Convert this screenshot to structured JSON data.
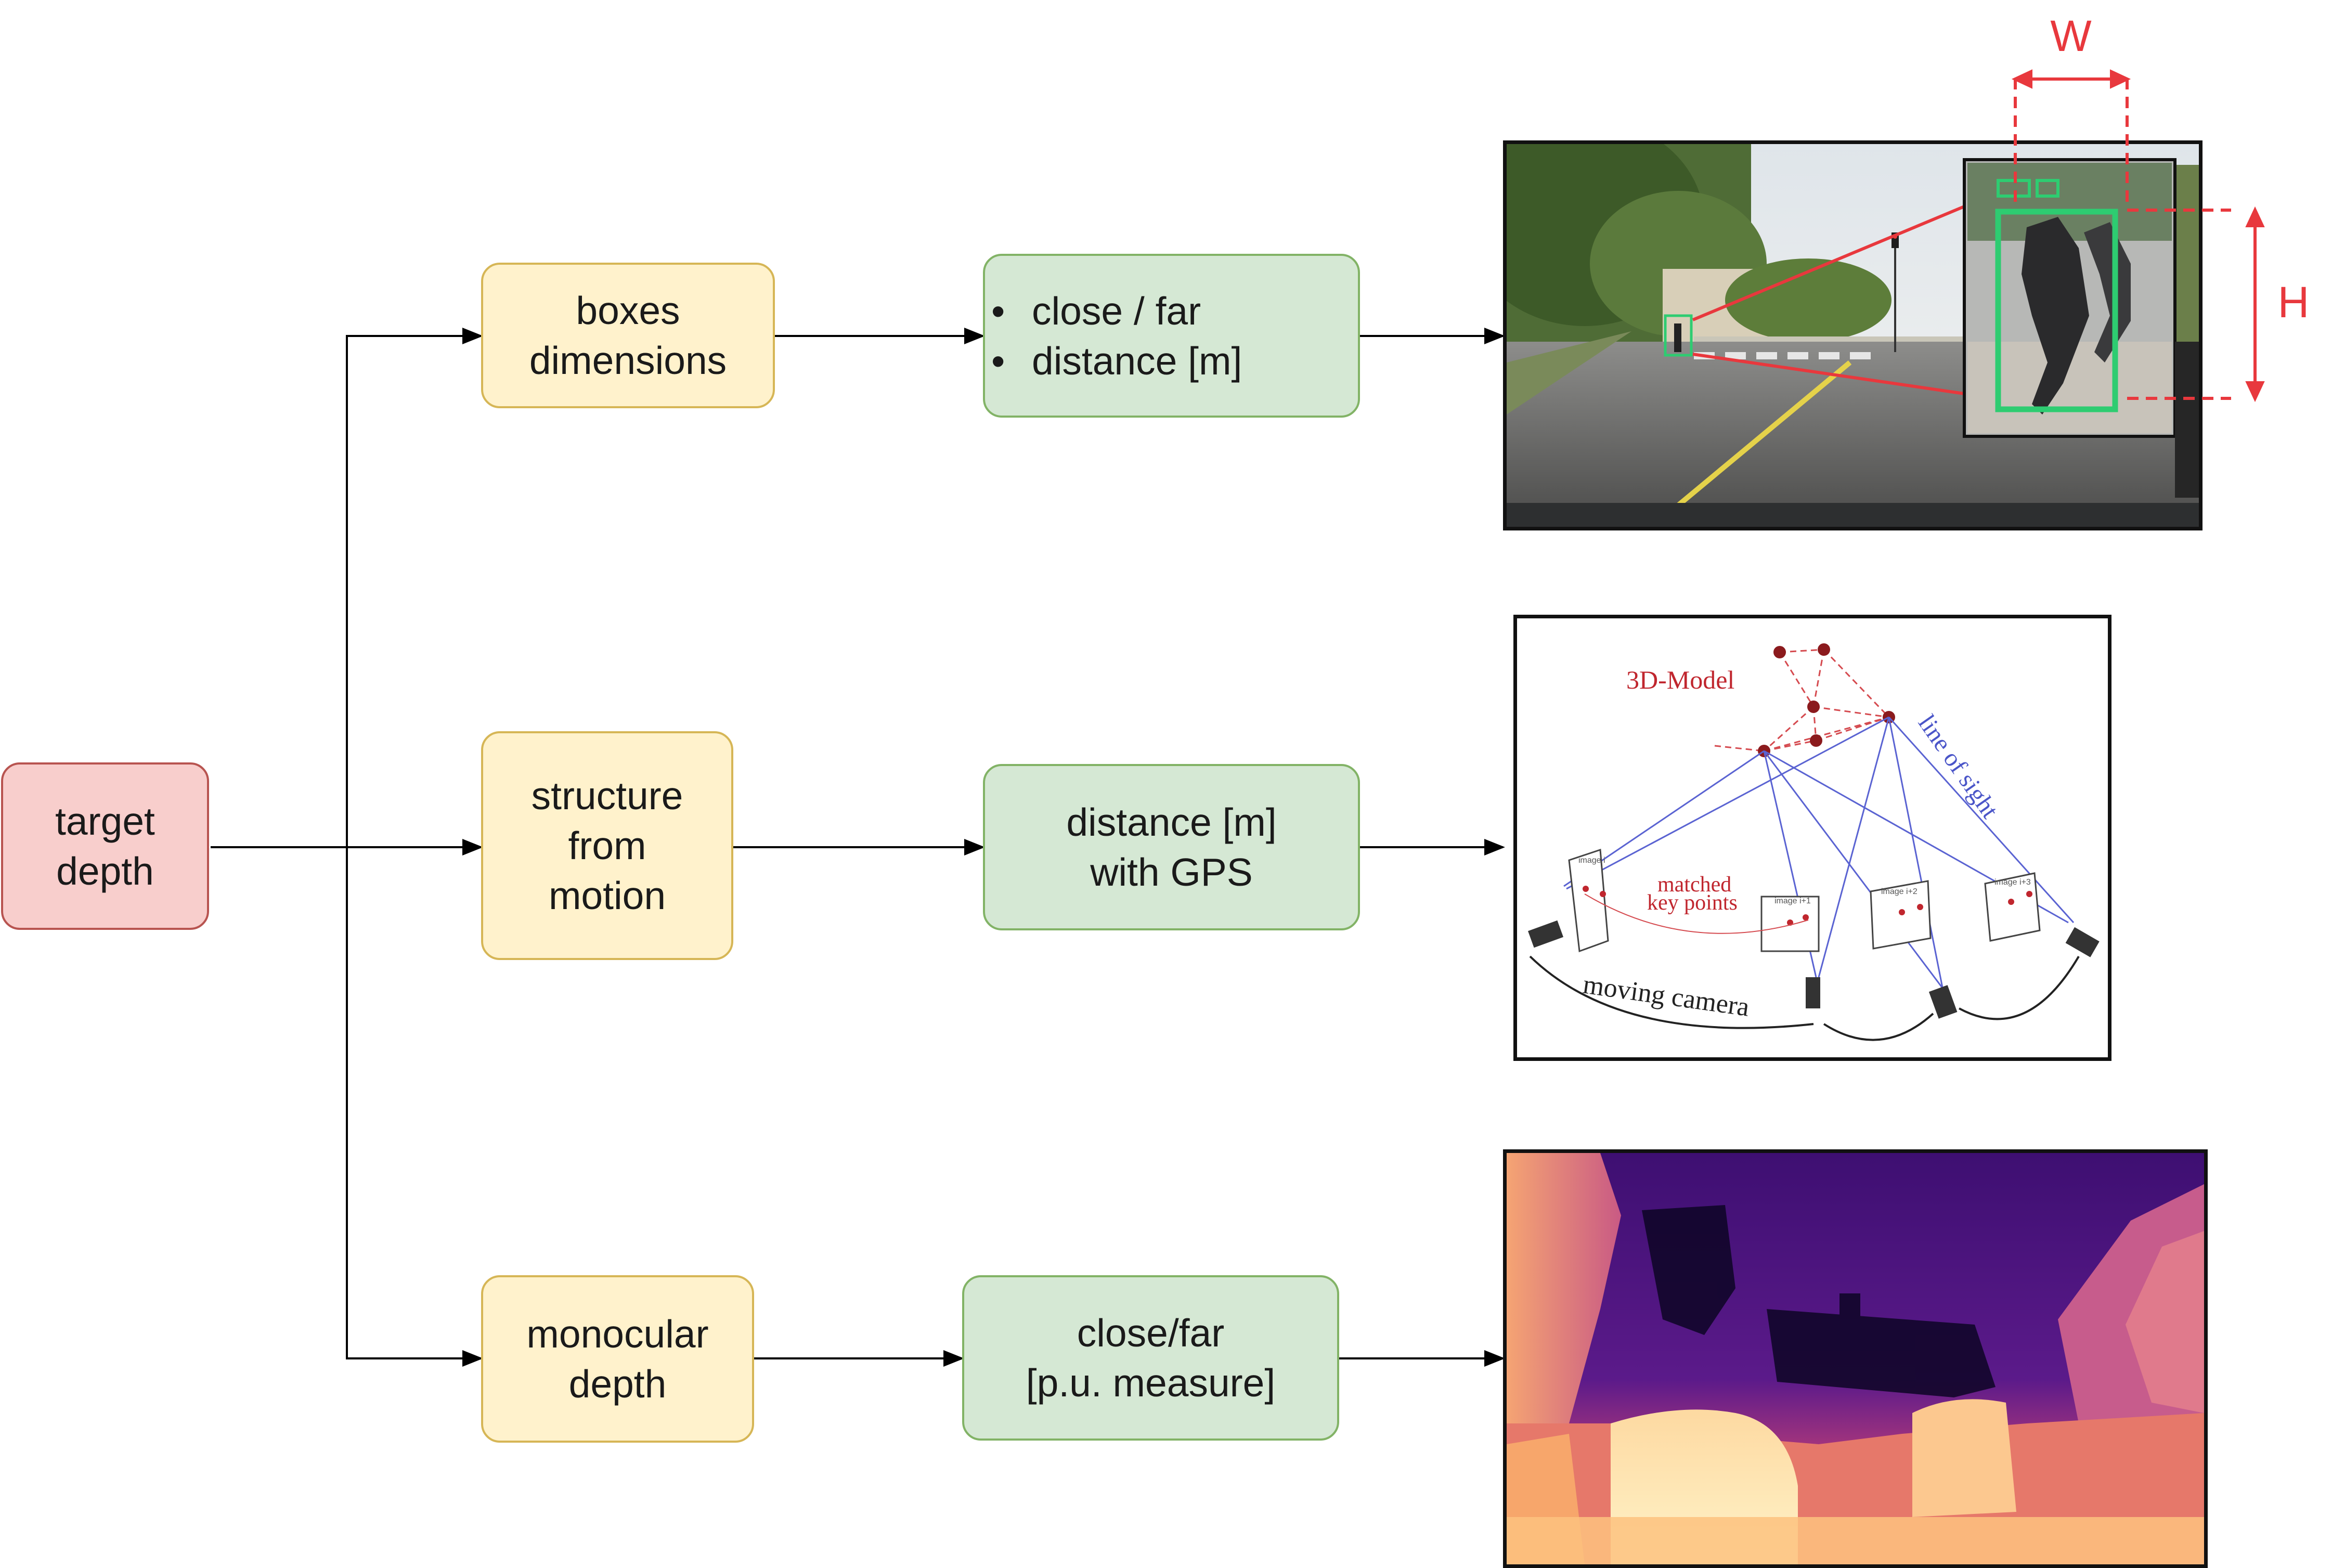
{
  "nodes": {
    "target_depth": [
      "target",
      "depth"
    ],
    "boxes_dimensions": [
      "boxes",
      "dimensions"
    ],
    "structure_from_motion": [
      "structure",
      "from",
      "motion"
    ],
    "monocular_depth": [
      "monocular",
      "depth"
    ],
    "output_boxes": [
      "close / far",
      "distance [m]"
    ],
    "output_sfm": [
      "distance [m]",
      "with GPS"
    ],
    "output_mono": [
      "close/far",
      "[p.u. measure]"
    ]
  },
  "figures": {
    "street": {
      "width_label": "W",
      "height_label": "H"
    },
    "sfm": {
      "model_label": "3D-Model",
      "line_of_sight_label": "line of sight",
      "matched_label_1": "matched",
      "matched_label_2": "key points",
      "moving_camera_label": "moving camera",
      "image_labels": [
        "image i",
        "image i+1",
        "image i+2",
        "image i+3"
      ]
    },
    "depth_map": {
      "colormap": "magma"
    }
  },
  "colors": {
    "source_fill": "#f8cecc",
    "source_stroke": "#b85450",
    "method_fill": "#fff2cc",
    "method_stroke": "#d6b656",
    "output_fill": "#d5e8d4",
    "output_stroke": "#82b366",
    "annotation": "#e8383d",
    "detection_box": "#2ecc71",
    "sfm_red": "#c0262e",
    "sfm_blue": "#4a55c8"
  }
}
